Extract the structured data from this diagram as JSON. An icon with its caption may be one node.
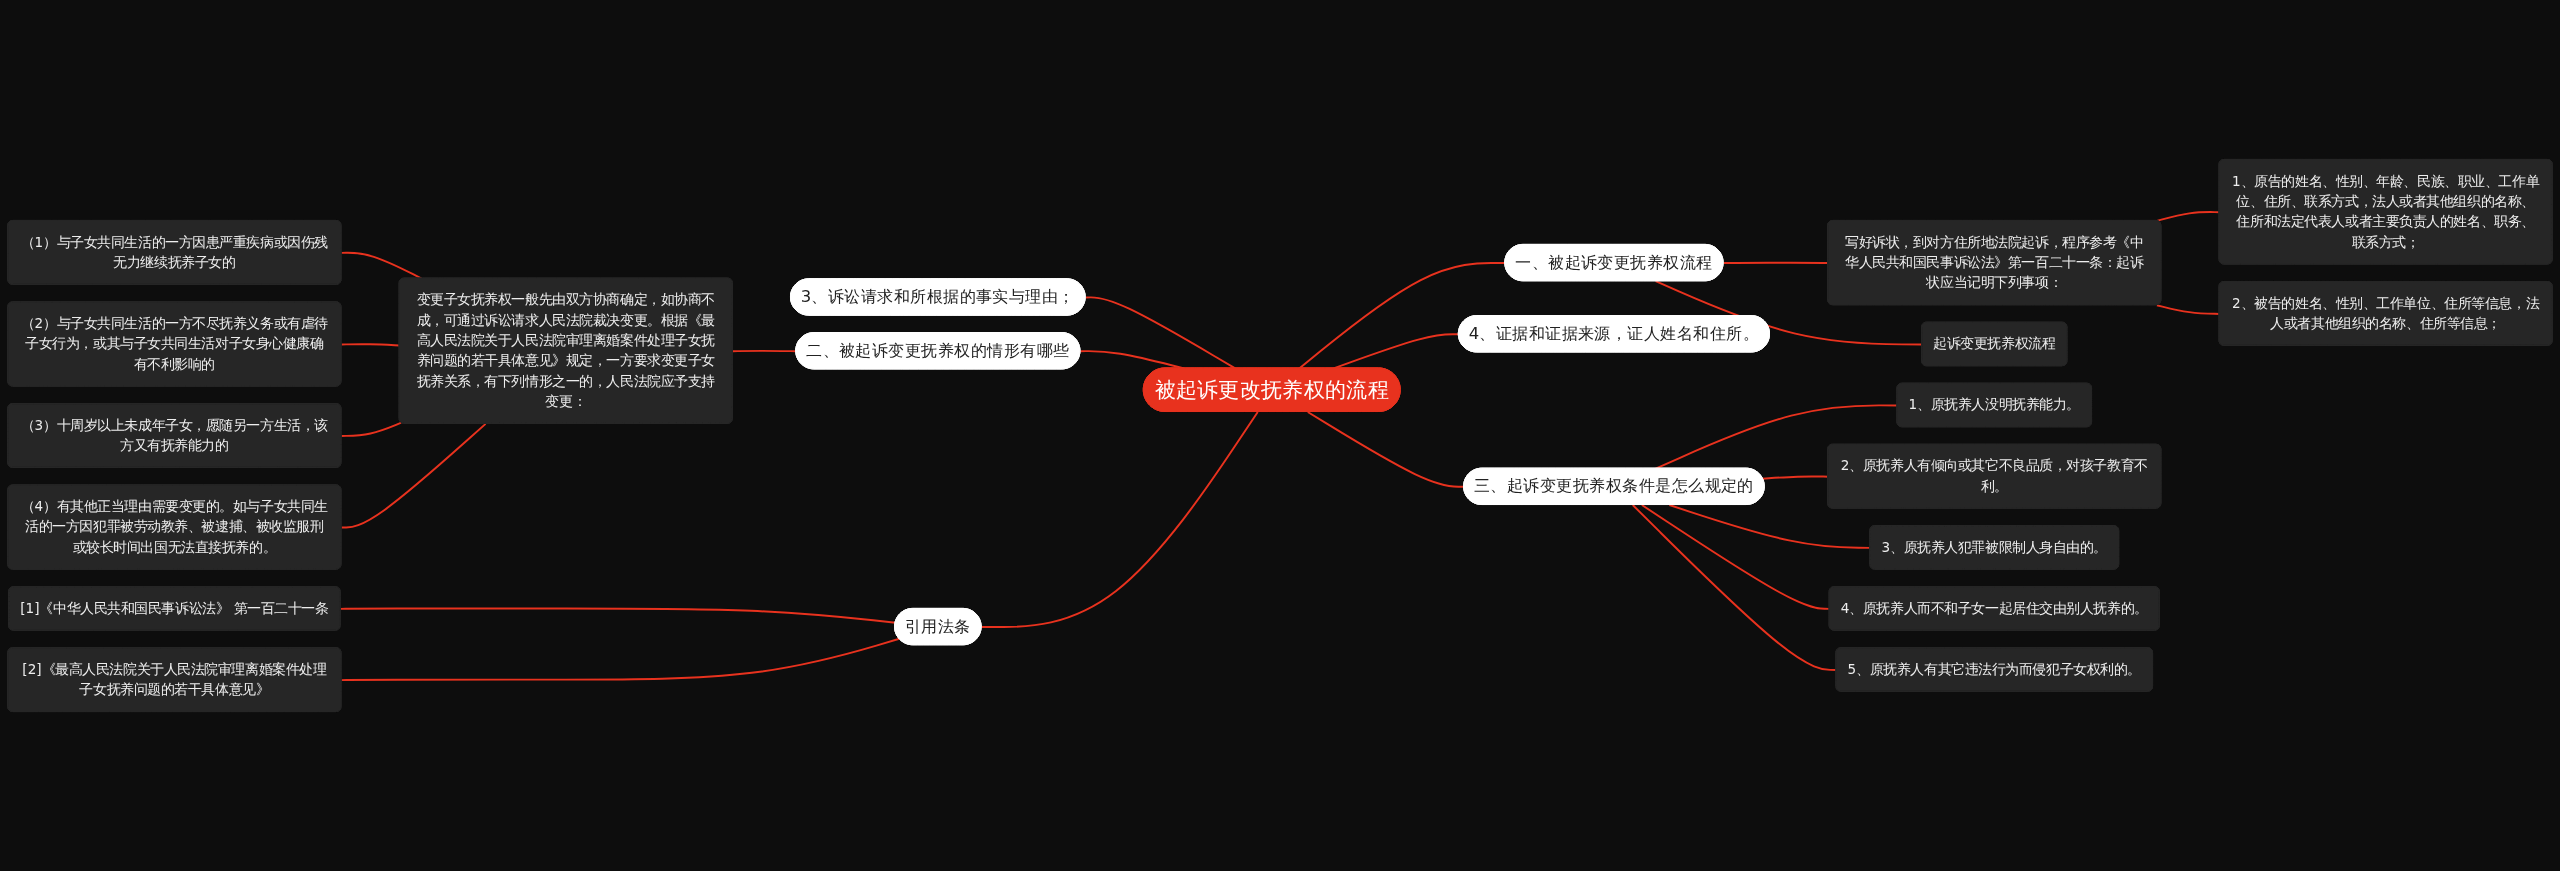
{
  "diagram": {
    "nodes": [
      {
        "text": [
          "被起诉更改抚养权的流程"
        ]
      },
      {
        "text": [
          "一、被起诉变更抚养权流程"
        ]
      },
      {
        "text": [
          "写好诉状，到对方住所地法院起诉，程序参考《中华人民共和国民事诉讼法》第一百二十一条：起诉状应当记明下列事项："
        ]
      },
      {
        "text": [
          "1、原告的姓名、性别、年龄、民族、职业、工作单位、住所、联系方式，法人或者其他组织的名称、住所和法定代表人或者主要负责人的姓名、职务、联系方式；"
        ]
      },
      {
        "text": [
          "2、被告的姓名、性别、工作单位、住所等信息，法人或者其他组织的名称、住所等信息；"
        ]
      },
      {
        "text": [
          "起诉变更抚养权流程"
        ]
      },
      {
        "text": [
          "3、诉讼请求和所根据的事实与理由；"
        ]
      },
      {
        "text": [
          "4、证据和证据来源，证人姓名和住所。"
        ]
      },
      {
        "text": [
          "二、被起诉变更抚养权的情形有哪些"
        ]
      },
      {
        "text": [
          "变更子女抚养权一般先由双方协商确定，如协商不成，可通过诉讼请求人民法院裁决变更。根据《最高人民法院关于人民法院审理离婚案件处理子女抚养问题的若干具体意见》规定，一方要求变更子女抚养关系，有下列情形之一的，人民法院应予支持变更："
        ]
      },
      {
        "text": [
          "（1）与子女共同生活的一方因患严重疾病或因伤残无力继续抚养子女的"
        ]
      },
      {
        "text": [
          "（2）与子女共同生活的一方不尽抚养义务或有虐待子女行为，或其与子女共同生活对子女身心健康确有不利影响的"
        ]
      },
      {
        "text": [
          "（3）十周岁以上未成年子女，愿随另一方生活，该方又有抚养能力的"
        ]
      },
      {
        "text": [
          "（4）有其他正当理由需要变更的。如与子女共同生活的一方因犯罪被劳动教养、被逮捕、被收监服刑或较长时间出国无法直接抚养的。"
        ]
      },
      {
        "text": [
          "三、起诉变更抚养权条件是怎么规定的"
        ]
      },
      {
        "text": [
          "1、原抚养人没明抚养能力。"
        ]
      },
      {
        "text": [
          "2、原抚养人有倾向或其它不良品质，对孩子教育不利。"
        ]
      },
      {
        "text": [
          "3、原抚养人犯罪被限制人身自由的。"
        ]
      },
      {
        "text": [
          "4、原抚养人而不和子女一起居住交由别人抚养的。"
        ]
      },
      {
        "text": [
          "5、原抚养人有其它违法行为而侵犯子女权利的。"
        ]
      },
      {
        "text": [
          "引用法条"
        ]
      },
      {
        "text": [
          "[1]《中华人民共和国民事诉讼法》 第一百二十一条"
        ]
      },
      {
        "text": [
          "[2]《最高人民法院关于人民法院审理离婚案件处理子女抚养问题的若干具体意见》"
        ]
      }
    ],
    "edges": [
      {
        "from": 0,
        "to": 1,
        "arrow": "none"
      },
      {
        "from": 1,
        "to": 2,
        "arrow": "none"
      },
      {
        "from": 2,
        "to": 3,
        "arrow": "none"
      },
      {
        "from": 2,
        "to": 4,
        "arrow": "none"
      },
      {
        "from": 1,
        "to": 5,
        "arrow": "none"
      },
      {
        "from": 0,
        "to": 6,
        "arrow": "none"
      },
      {
        "from": 0,
        "to": 7,
        "arrow": "none"
      },
      {
        "from": 0,
        "to": 8,
        "arrow": "none"
      },
      {
        "from": 8,
        "to": 9,
        "arrow": "none"
      },
      {
        "from": 9,
        "to": 10,
        "arrow": "none"
      },
      {
        "from": 9,
        "to": 11,
        "arrow": "none"
      },
      {
        "from": 9,
        "to": 12,
        "arrow": "none"
      },
      {
        "from": 9,
        "to": 13,
        "arrow": "none"
      },
      {
        "from": 0,
        "to": 14,
        "arrow": "none"
      },
      {
        "from": 14,
        "to": 15,
        "arrow": "none"
      },
      {
        "from": 14,
        "to": 16,
        "arrow": "none"
      },
      {
        "from": 14,
        "to": 17,
        "arrow": "none"
      },
      {
        "from": 14,
        "to": 18,
        "arrow": "none"
      },
      {
        "from": 14,
        "to": 19,
        "arrow": "none"
      },
      {
        "from": 0,
        "to": 20,
        "arrow": "none"
      },
      {
        "from": 20,
        "to": 21,
        "arrow": "none"
      },
      {
        "from": 20,
        "to": 22,
        "arrow": "none"
      }
    ]
  }
}
